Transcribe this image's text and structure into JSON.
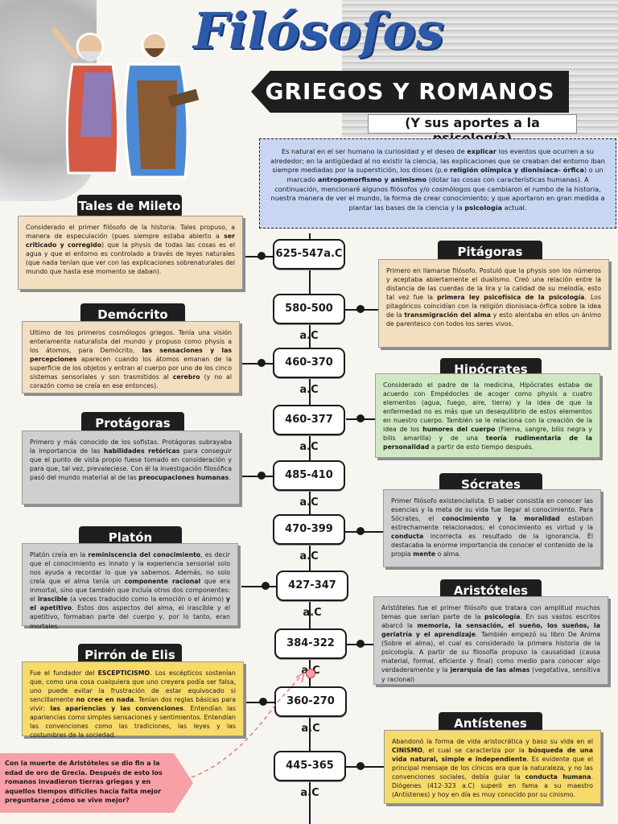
{
  "header": {
    "title": "Filósofos",
    "banner": "GRIEGOS Y ROMANOS",
    "subtitle": "(Y sus aportes a la psicología)"
  },
  "intro": {
    "p1": "Es natural en el ser humano la curiosidad y el deseo de ",
    "b1": "explicar",
    "p2": " los eventos que ocurren a su alrededor; en la antigüedad al no existir la ciencia, las explicaciones que se creaban del entorno iban siempre mediadas por la superstición, los dioses (p.e ",
    "b2": "religión olímpica y dionisíaca- órfica",
    "p3": ") o un marcado ",
    "b3": "antropomorfismo y animismo",
    "p4": " (dotar las cosas con características humanas). A continuación, mencionaré algunos filósofos y/o cosmólogos que cambiaron el rumbo de la historia, nuestra manera de ver el mundo, la forma de crear conocimiento; y que aportaron en gran medida a plantar las bases de la ciencia y la ",
    "b4": "psicología",
    "p5": " actual."
  },
  "timeline": {
    "dates": [
      "625-547a.C",
      "580-500 a.C",
      "460-370 a.C",
      "460-377 a.C",
      "485-410 a.C",
      "470-399 a.C",
      "427-347 a.C",
      "384-322 a.C",
      "360-270 a.C",
      "445-365 a.C"
    ]
  },
  "philosophers": {
    "tales": {
      "name": "Tales de Mileto",
      "t1": "Considerado el primer filósofo de la historia. Tales propuso, a manera de especulación (pues siempre estaba abierto a ",
      "b1": "ser criticado y corregido",
      "t2": ") que la physis de todas las cosas es el agua y que el entorno es controlado a través de leyes naturales (que nada tenían que ver con las explicaciones sobrenaturales del mundo que hasta ese momento se daban)."
    },
    "pitagoras": {
      "name": "Pitágoras",
      "t1": "Primero en llamarse filósofo. Postuló que la physis son los números y aceptaba abiertamente el dualismo. Creó una relación entre la distancia de las cuerdas de la lira y la calidad de su melodía, esto tal vez fue la ",
      "b1": "primera ley psicofísica de la psicología",
      "t2": ". Los pitagóricos coincidían con la religión dionisiaca-órfica sobre la idea de la ",
      "b2": "transmigración del alma",
      "t3": " y esto alentaba en ellos un ánimo de parentesco con todos los seres vivos."
    },
    "democrito": {
      "name": "Demócrito",
      "t1": "Ultimo de los primeros cosmólogos griegos. Tenía una visión enteramente naturalista del mundo y propuso como physis a los átomos, para Demócrito, ",
      "b1": "las sensaciones y las percepciones",
      "t2": " aparecen cuando los átomos emanan de la superficie de los objetos y entran al cuerpo por uno de los cinco sistemas sensoriales y son trasmitidos al ",
      "b2": "cerebro",
      "t3": " (y no al corazón como se creía en ese entonces)."
    },
    "hipocrates": {
      "name": "Hipócrates",
      "t1": "Considerado el padre de la medicina, Hipócrates estaba de acuerdo con Empédocles de acoger como physis a cuatro elementos (agua, fuego, aire, tierra) y la idea de que la enfermedad no es más que un desequilibrio de estos elementos en nuestro cuerpo. También se le relaciona con la creación de la idea de los ",
      "b1": "humores del cuerpo",
      "t2": " (Flema, sangre, bilis negra y bilis amarilla) y de una ",
      "b2": "teoría rudimentaria de la personalidad",
      "t3": " a partir de esto tiempo después."
    },
    "protagoras": {
      "name": "Protágoras",
      "t1": "Primero y más conocido de los sofistas. Protágoras subrayaba la importancia de las ",
      "b1": "habilidades retóricas",
      "t2": " para conseguir que el punto de vista propio fuese tomado en consideración y para que, tal vez, prevaleciese. Con él la investigación filosófica pasó del mundo material al de las ",
      "b2": "preocupaciones humanas",
      "t3": "."
    },
    "socrates": {
      "name": "Sócrates",
      "t1": "Primer filósofo existencialista. El saber consistía en conocer las esencias y la meta de su vida fue llegar al conocimiento. Para Sócrates, el ",
      "b1": "conocimiento y la moralidad",
      "t2": " estaban estrechamente relacionados; el conocimiento es virtud y la ",
      "b2": "conducta",
      "t3": " incorrecta es resultado de la ignorancia. Él destacaba la enorme importancia de conocer el contenido de la propia ",
      "b3": "mente",
      "t4": " o alma."
    },
    "platon": {
      "name": "Platón",
      "t1": "Platón creía en la ",
      "b1": "reminiscencia del conocimiento",
      "t2": ", es decir que el conocimiento es innato y la experiencia sensorial solo nos ayuda a recordar lo que ya sabemos. Además, no solo creía que el alma tenía un ",
      "b2": "componente racional",
      "t3": " que era inmortal, sino que también que incluía otros dos componentes: el ",
      "b3": "irascible",
      "t4": " (a veces traducido como la emoción o el ánimo) ",
      "b4": "y el apetitivo",
      "t5": ". Estos dos aspectos del alma, el irascible y el apetitivo, formaban parte del cuerpo y, por lo tanto, eran mortales."
    },
    "aristoteles": {
      "name": "Aristóteles",
      "t1": "Aristóteles fue el primer filósofo que tratara con amplitud muchos temas que serían parte de la ",
      "b1": "psicología",
      "t2": ". En sus vastos escritos abarcó la ",
      "b2": "memoria, la sensación, el sueño, los sueños, la geriatría y el aprendizaje",
      "t3": ". También empezó su libro De Anima (Sobre el alma), el cual es considerado la primera historia de la psicología. A partir de su filosofía propuso la causalidad (causa material, formal, eficiente y final) como medio para conocer algo verdaderamente y la ",
      "b3": "jerarquía de las almas",
      "t4": " (vegetativa, sensitiva y racional)"
    },
    "pirron": {
      "name": "Pirrón de Elis",
      "t1": "Fue el fundador del ",
      "b1": "ESCEPTICISMO",
      "t2": ". Los escépticos sostenían que, como una cosa cualquiera que uno creyera podía ser falsa, uno puede evitar la frustración de estar equivocado si sencillamente ",
      "b2": "no cree en nada",
      "t3": ". Tenían dos reglas básicas para vivir: ",
      "b3": "las apariencias y las convenciones",
      "t4": ". Entendían las apariencias como simples sensaciones y sentimientos. Entendían las convenciones como las tradiciones, las leyes y las costumbres de la sociedad."
    },
    "antistenes": {
      "name": "Antístenes",
      "t1": "Abandonó la forma de vida aristocrática y baso su vida en el ",
      "b1": "CINISMO",
      "t2": ", el cual se caracteriza por la ",
      "b2": "búsqueda de una vida natural, simple e independiente",
      "t3": ". Es evidente que el principal mensaje de los cínicos era que la naturaleza, y no las convenciones sociales, debía guiar la ",
      "b3": "conducta humana",
      "t4": ". Diógenes (412-323 a.C) superó en fama a su maestro (Antístenes) y hoy en día es muy conocido por su cinismo."
    }
  },
  "note": "Con la muerte de Aristóteles se dio fin a la edad de oro de Grecia. Después de esto los romanos invadieron tierras griegas y en aquellos tiempos difíciles hacía falta mejor preguntarse ¿cómo se vive mejor?"
}
